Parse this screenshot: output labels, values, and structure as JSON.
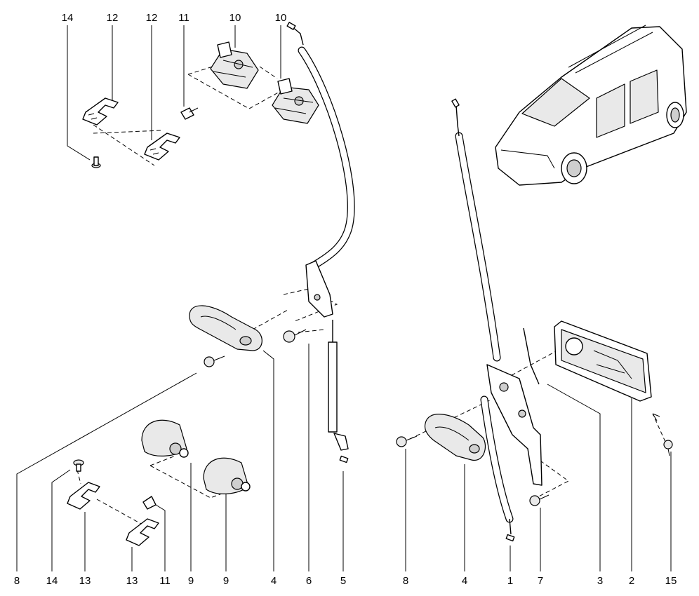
{
  "diagram": {
    "callouts_top": [
      "14",
      "12",
      "12",
      "11",
      "10",
      "10"
    ],
    "callouts_bottom": [
      "8",
      "14",
      "13",
      "13",
      "11",
      "9",
      "9",
      "4",
      "6",
      "5",
      "8",
      "4",
      "1",
      "7",
      "3",
      "2",
      "15"
    ]
  }
}
